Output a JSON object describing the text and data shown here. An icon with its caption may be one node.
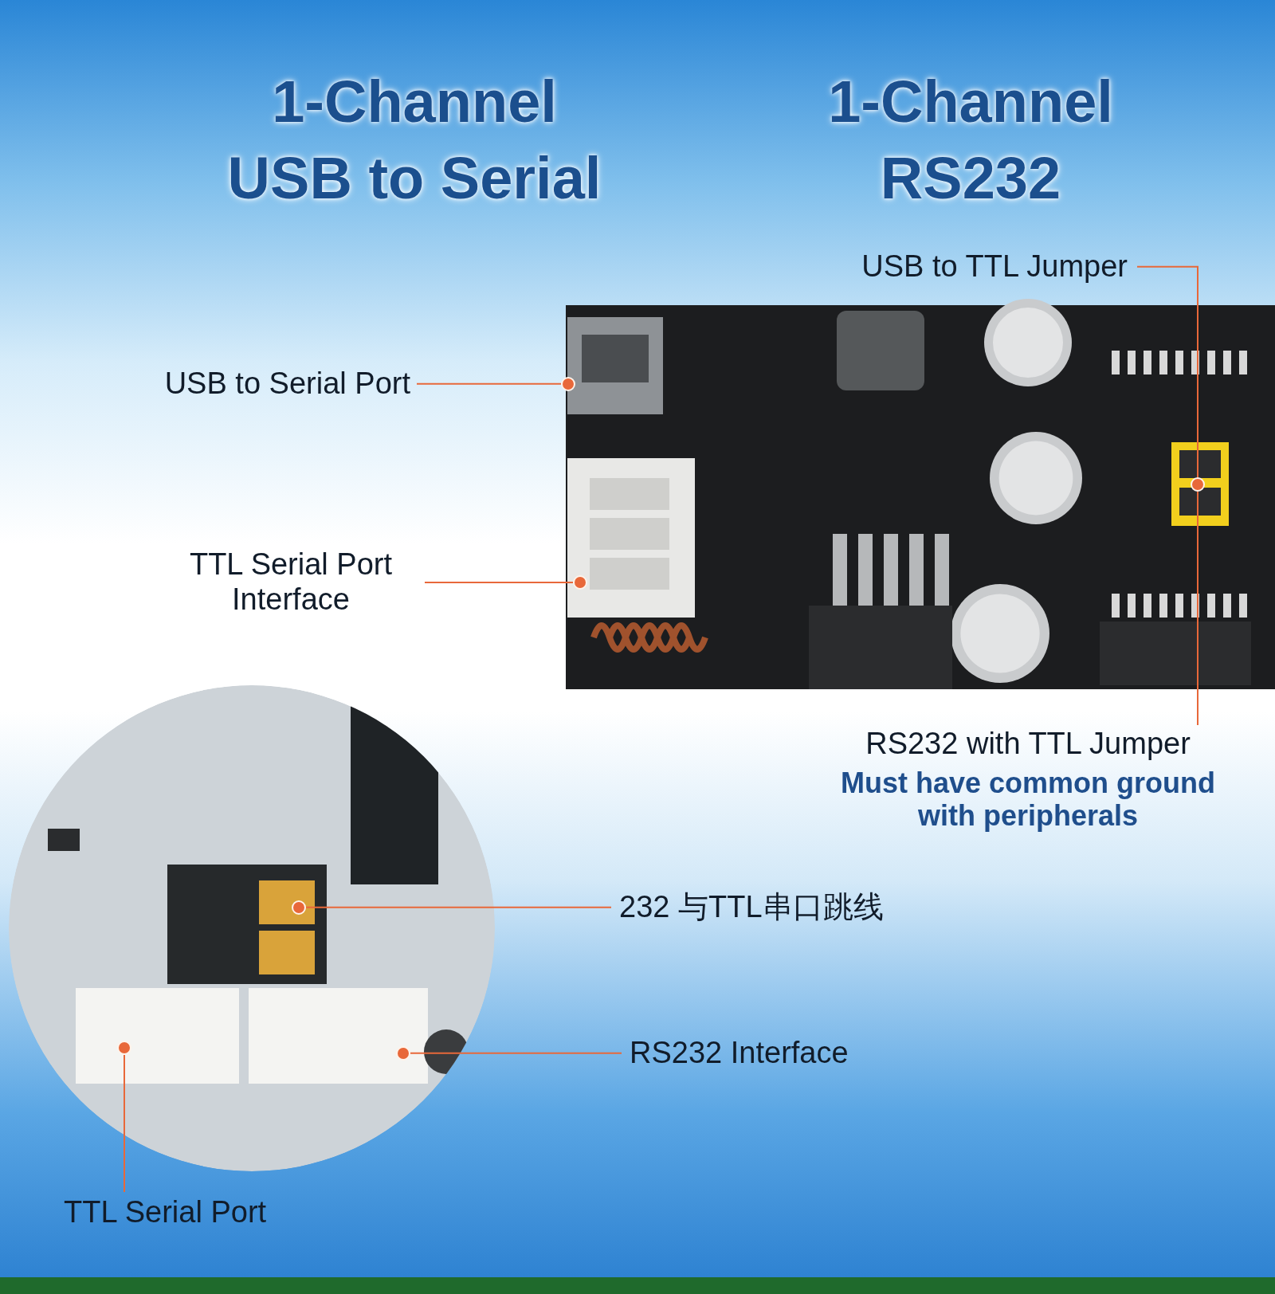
{
  "diagram": {
    "nodes": [
      {
        "text": [
          "USB to Serial Port"
        ]
      },
      {
        "text": [],
        "shape": "circle"
      },
      {
        "text": [
          "TTL Serial Port Interface"
        ]
      },
      {
        "text": [],
        "shape": "circle"
      },
      {
        "text": [
          "USB to TTL Jumper"
        ]
      },
      {
        "text": [],
        "shape": "circle"
      },
      {
        "text": [
          "RS232 with TTL Jumper"
        ],
        "beside": [
          "Must have common ground with peripherals"
        ]
      },
      {
        "text": [
          "232 与TTL串口跳线"
        ]
      },
      {
        "text": [],
        "shape": "circle"
      },
      {
        "text": [
          "RS232 Interface"
        ]
      },
      {
        "text": [],
        "shape": "circle"
      },
      {
        "text": [],
        "shape": "circle"
      },
      {
        "text": [
          "TTL Serial Port"
        ]
      }
    ],
    "edges": [
      {
        "from": 0,
        "to": 1,
        "arrow": "none"
      },
      {
        "from": 2,
        "to": 3,
        "arrow": "none"
      },
      {
        "from": 4,
        "to": 5,
        "arrow": "none"
      },
      {
        "from": 6,
        "to": 5,
        "arrow": "none"
      },
      {
        "from": 7,
        "to": 8,
        "arrow": "none"
      },
      {
        "from": 9,
        "to": 10,
        "arrow": "none"
      },
      {
        "from": 12,
        "to": 11,
        "arrow": "none"
      }
    ],
    "labels": [
      "1-Channel USB to Serial",
      "1-Channel RS232"
    ]
  }
}
